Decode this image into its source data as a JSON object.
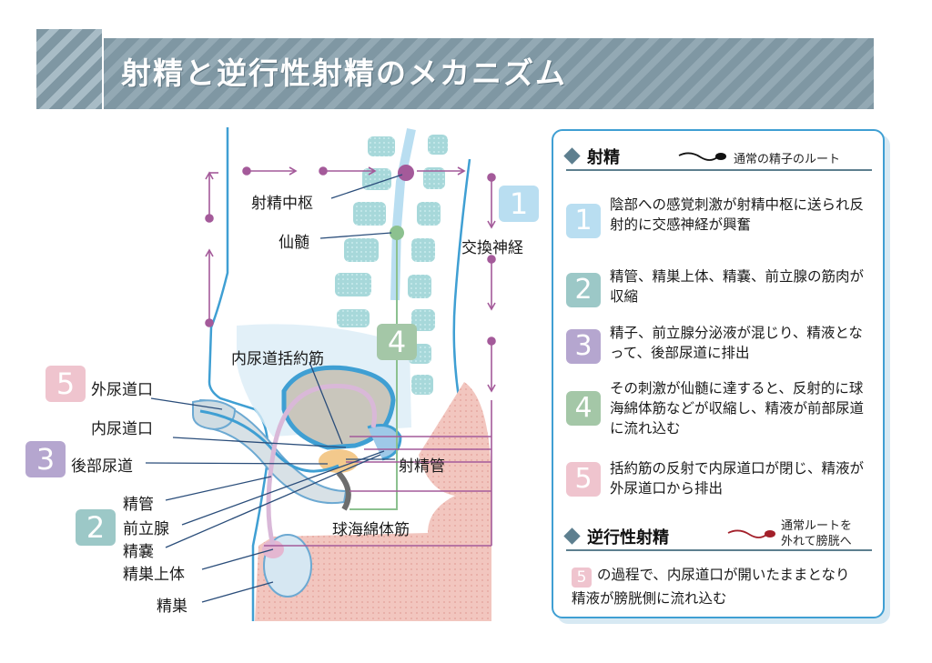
{
  "title": "射精と逆行性射精のメカニズム",
  "diagram": {
    "labels": {
      "ejaculation_center": "射精中枢",
      "sacral_cord": "仙髄",
      "sympathetic_nerve": "交換神経",
      "internal_sphincter": "内尿道括約筋",
      "external_urethral_orifice": "外尿道口",
      "internal_urethral_orifice": "内尿道口",
      "posterior_urethra": "後部尿道",
      "ejaculatory_duct": "射精管",
      "vas_deferens": "精管",
      "prostate": "前立腺",
      "seminal_vesicle": "精嚢",
      "epididymis": "精巣上体",
      "testis": "精巣",
      "bulbospongiosus": "球海綿体筋"
    },
    "badges": [
      "1",
      "2",
      "3",
      "4",
      "5"
    ]
  },
  "legend": {
    "section1": {
      "title": "射精",
      "route_label": "通常の精子のルート",
      "items": [
        {
          "num": "1",
          "text": "陰部への感覚刺激が射精中枢に送られ反射的に交感神経が興奮"
        },
        {
          "num": "2",
          "text": "精管、精巣上体、精嚢、前立腺の筋肉が収縮"
        },
        {
          "num": "3",
          "text": "精子、前立腺分泌液が混じり、精液となって、後部尿道に排出"
        },
        {
          "num": "4",
          "text": "その刺激が仙髄に達すると、反射的に球海綿体筋などが収縮し、精液が前部尿道に流れ込む"
        },
        {
          "num": "5",
          "text": "括約筋の反射で内尿道口が閉じ、精液が外尿道口から排出"
        }
      ]
    },
    "section2": {
      "title": "逆行性射精",
      "route_label_1": "通常ルートを",
      "route_label_2": "外れて膀胱へ",
      "note_num": "5",
      "note_text_1": "の過程で、内尿道口が開いたままとなり",
      "note_text_2": "精液が膀胱側に流れ込む"
    }
  },
  "colors": {
    "banner": "#7f97a3",
    "panel_border": "#3f9fd3",
    "nerve": "#a45a9a",
    "nerve_green": "#8cc18f",
    "badge1": "#b9def1",
    "badge2": "#9cc8c7",
    "badge3": "#b5a6cf",
    "badge4": "#a4c7a7",
    "badge5": "#efc4ce"
  }
}
